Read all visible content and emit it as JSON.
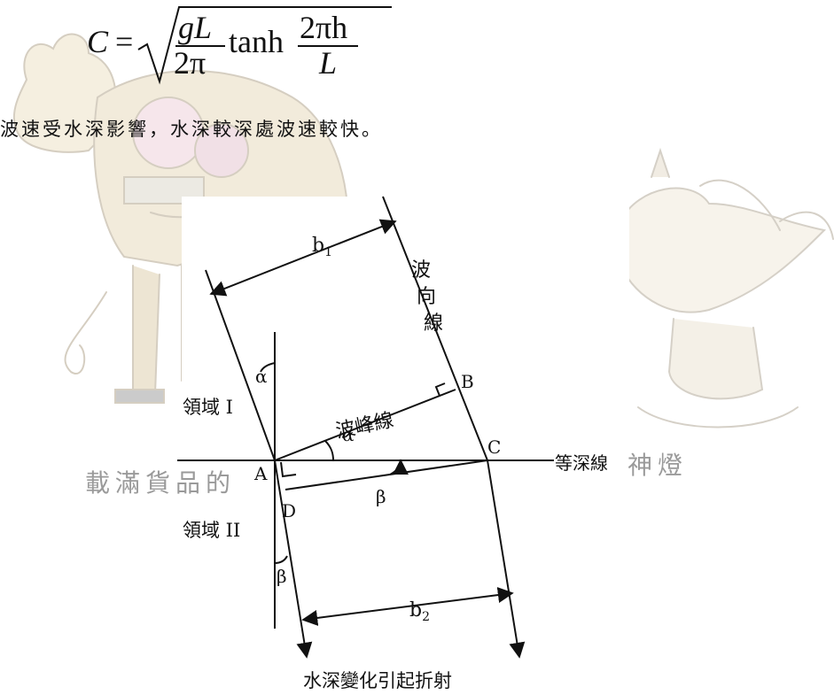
{
  "formula": {
    "lhs": "C",
    "equals": "=",
    "num1": "gL",
    "den1": "2π",
    "func": "tanh",
    "num2": "2πh",
    "den2": "L"
  },
  "sentence": "波速受水深影響，水深較深處波速較快。",
  "background": {
    "left_caption": "載滿貨品的",
    "right_caption": "神燈"
  },
  "diagram": {
    "b1": "b",
    "b1_sub": "1",
    "b2": "b",
    "b2_sub": "2",
    "wave_ray": [
      "波",
      "向",
      "線"
    ],
    "crest_line": "波峰線",
    "contour": "等深線",
    "region1": "領域 I",
    "region2": "領域 II",
    "alpha": "α",
    "beta": "β",
    "A": "A",
    "B": "B",
    "C": "C",
    "D": "D",
    "caption": "水深變化引起折射"
  },
  "colors": {
    "ink": "#111111",
    "sketch": "#c9b48a",
    "sketch_shade": "#b8b8b8"
  }
}
